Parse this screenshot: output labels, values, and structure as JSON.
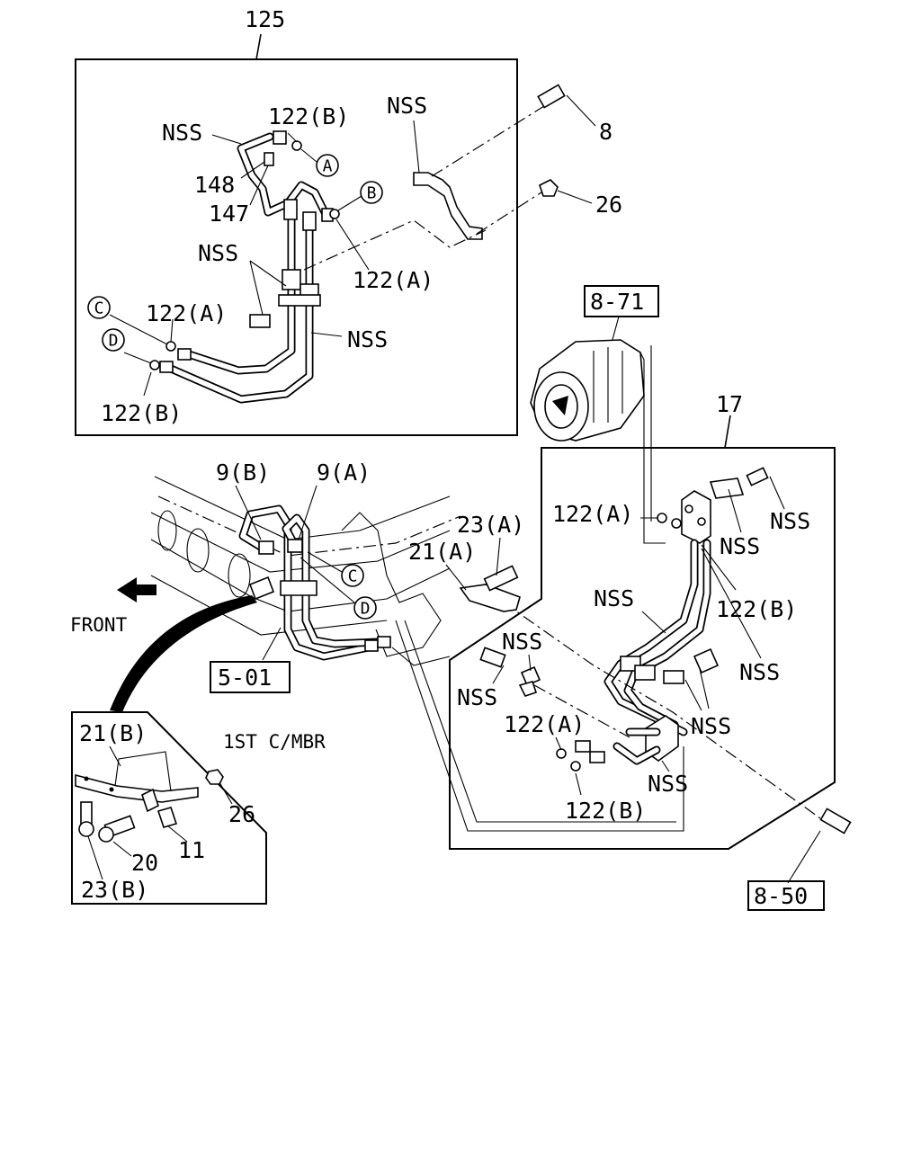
{
  "callouts": {
    "group_125": "125",
    "group_17": "17",
    "nss_top_left": "NSS",
    "c122b_top": "122(B)",
    "c148": "148",
    "c147": "147",
    "nss_bracket_top": "NSS",
    "c8": "8",
    "c26_top": "26",
    "nss_mid_inset": "NSS",
    "c122a_inset_mid": "122(A)",
    "c122a_inset_left": "122(A)",
    "nss_inset_right": "NSS",
    "c122b_inset_bottom": "122(B)",
    "c9b": "9(B)",
    "c9a": "9(A)",
    "c23a": "23(A)",
    "c21a": "21(A)",
    "front": "FRONT",
    "c122a_right": "122(A)",
    "nss_r1": "NSS",
    "nss_r2": "NSS",
    "c122b_right": "122(B)",
    "nss_r3": "NSS",
    "nss_r4": "NSS",
    "nss_r5": "NSS",
    "nss_r6": "NSS",
    "c122a_lower": "122(A)",
    "c122b_lower": "122(B)",
    "nss_r7": "NSS",
    "nss_r8": "NSS",
    "c21b": "21(B)",
    "c26_inset": "26",
    "c20": "20",
    "c11": "11",
    "c23b": "23(B)",
    "first_cmbr": "1ST C/MBR"
  },
  "refs": {
    "ref_8_71": "8-71",
    "ref_5_01": "5-01",
    "ref_8_50": "8-50"
  },
  "markers": {
    "A": "A",
    "B": "B",
    "C": "C",
    "D": "D"
  }
}
